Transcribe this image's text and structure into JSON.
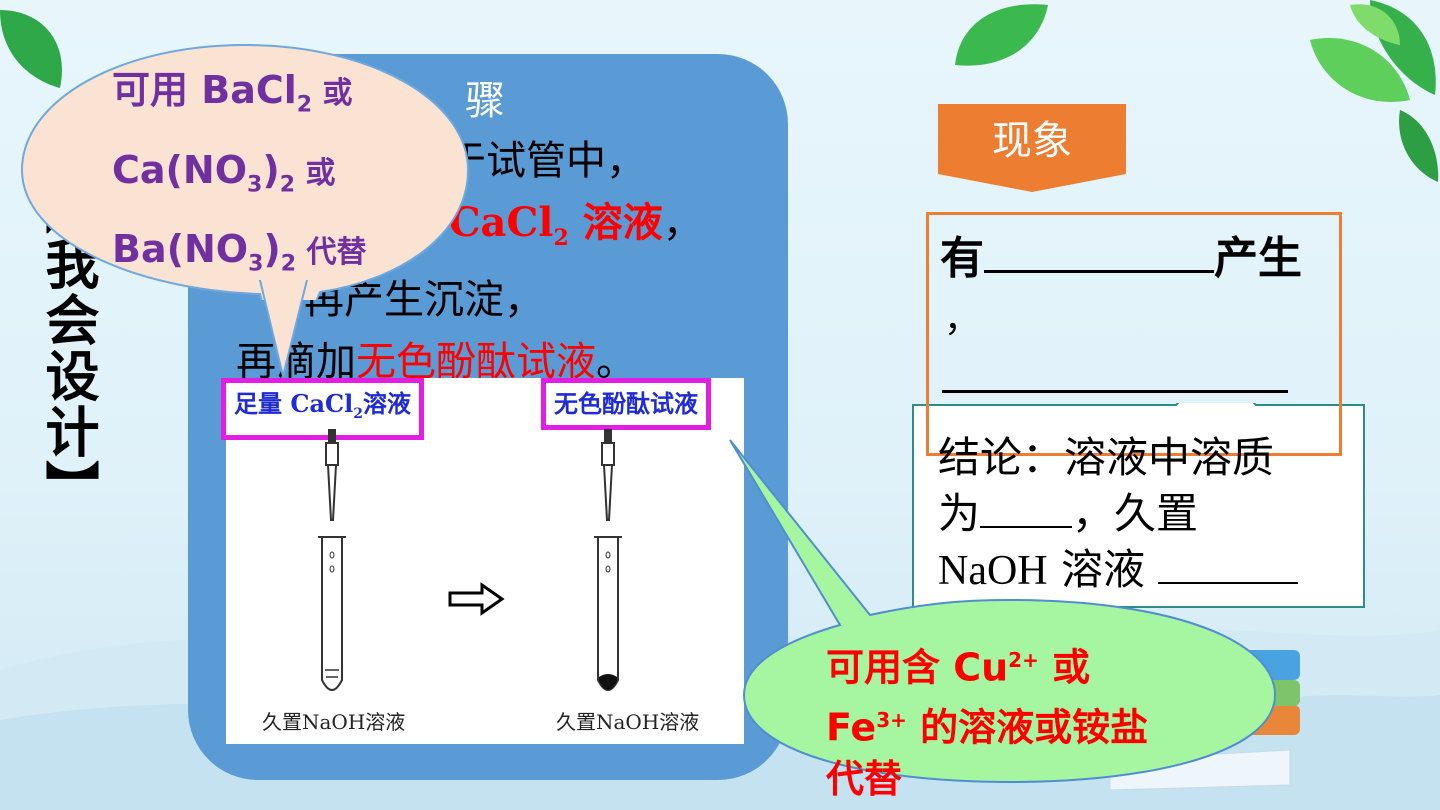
{
  "vertical_title": "【我会设计】",
  "steps": {
    "heading": "骤",
    "line1": "于试管中，",
    "line2_mid": "至",
    "line2_chem": "CaCl",
    "line2_sub": "2",
    "line2_tail": " 溶液",
    "line2_end": "，",
    "line3": "不再产生沉淀，",
    "line4_pre": "再滴加",
    "line4_red": "无色酚酞试液",
    "line4_end": "。"
  },
  "figure": {
    "tag_left_pre": "足量 CaCl",
    "tag_left_sub": "2",
    "tag_left_post": "溶液",
    "tag_right": "无色酚酞试液",
    "caption_left": "久置NaOH溶液",
    "caption_right": "久置NaOH溶液"
  },
  "bubble_left": {
    "l1_pre": "可用 BaCl",
    "l1_sub": "2",
    "l1_post": " 或",
    "l2_pre": "Ca(NO",
    "l2_sub1": "3",
    "l2_mid": ")",
    "l2_sub2": "2",
    "l2_post": " 或",
    "l3_pre": "Ba(NO",
    "l3_sub1": "3",
    "l3_mid": ")",
    "l3_sub2": "2",
    "l3_post": " 代替"
  },
  "bubble_right": {
    "l1_pre": "可用含 Cu",
    "l1_sup": "2+",
    "l1_post": " 或",
    "l2_pre": "Fe",
    "l2_sup": "3+",
    "l2_post": " 的溶液或铵盐",
    "l3": "代替"
  },
  "observation": {
    "tab_label": "现象",
    "line1_pre": "有",
    "line1_post": "产生",
    "comma": "，"
  },
  "conclusion": {
    "l1": "结论：溶液中溶质",
    "l2_pre": "为",
    "l2_post": "，久置",
    "l3_pre": "NaOH",
    "l3_post": " 溶液"
  },
  "colors": {
    "panel_blue": "#5b9bd5",
    "tab_orange": "#ed7d31",
    "bubble_left": "#fbe3d3",
    "bubble_right": "#a6f5a0",
    "tag_border": "#e31ee3"
  }
}
